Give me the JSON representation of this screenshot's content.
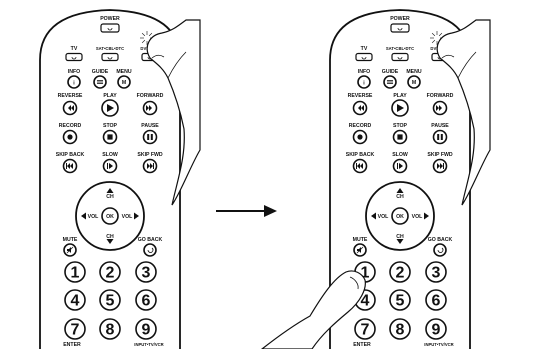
{
  "labels": {
    "power": "POWER",
    "tv": "TV",
    "sat": "SAT•CBL•DTC",
    "dvd": "DVD•VCR",
    "info": "INFO",
    "guide": "GUIDE",
    "menu": "MENU",
    "m": "M",
    "reverse": "REVERSE",
    "play": "PLAY",
    "forward": "FORWARD",
    "record": "RECORD",
    "stop": "STOP",
    "pause": "PAUSE",
    "skip_back": "SKIP BACK",
    "slow": "SLOW",
    "skip_fwd": "SKIP FWD",
    "ch": "CH",
    "vol": "VOL",
    "ok": "OK",
    "mute": "MUTE",
    "go_back": "GO BACK",
    "enter": "ENTER",
    "input": "INPUT•TV/VCR"
  },
  "digits": [
    "1",
    "2",
    "3",
    "4",
    "5",
    "6",
    "7",
    "8",
    "9"
  ],
  "icons": {
    "arrow": "right-arrow-icon",
    "finger": "finger-press-icon",
    "flash": "indicator-flash-icon"
  }
}
